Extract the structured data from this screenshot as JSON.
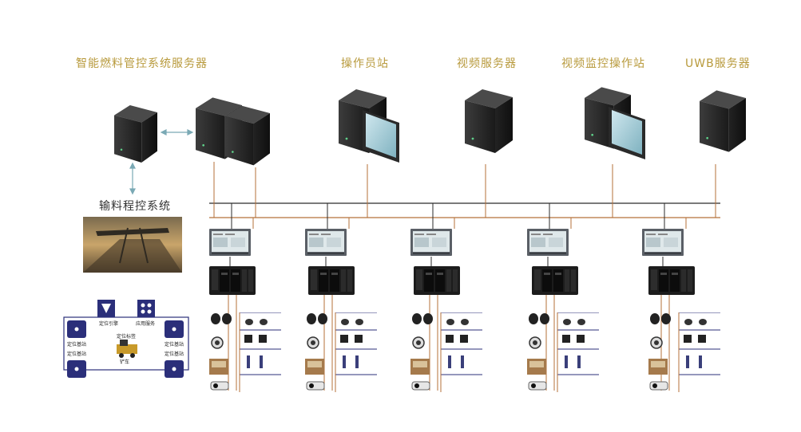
{
  "labels": {
    "fuel_server": "智能燃料管控系统服务器",
    "operator_station": "操作员站",
    "video_server": "视频服务器",
    "video_monitor_station": "视频监控操作站",
    "uwb_server": "UWB服务器",
    "conveyor_system": "输料程控系统"
  },
  "uwb_panel": {
    "engine": "定位引擎",
    "app_service": "应用服务",
    "base_station": "定位基站",
    "tag": "定位标签",
    "vehicle": "铲车"
  },
  "colors": {
    "label_gold": "#b89a3c",
    "bus_dark": "#2b2b2b",
    "bus_brown": "#b5703a",
    "drop_brown": "#b5703a",
    "uwb_blue": "#2b2f7a"
  }
}
